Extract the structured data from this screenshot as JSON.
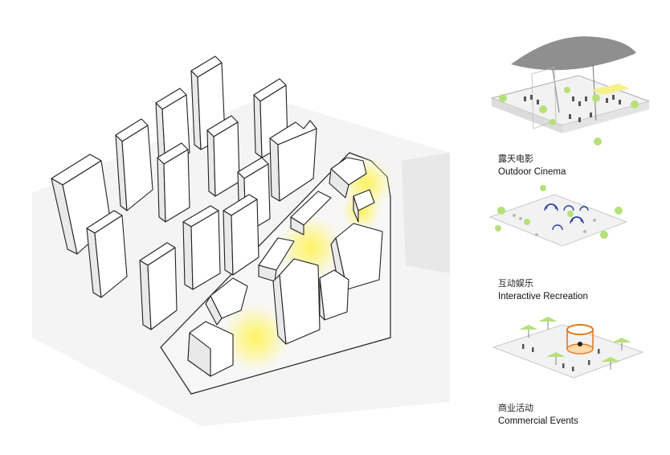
{
  "panels": [
    {
      "cn": "露天电影",
      "en": "Outdoor Cinema"
    },
    {
      "cn": "互动娱乐",
      "en": "Interactive Recreation"
    },
    {
      "cn": "商业活动",
      "en": "Commercial Events"
    }
  ],
  "colors": {
    "building_face": "#ffffff",
    "building_side": "#e9e9e9",
    "outline": "#222222",
    "glow": "#fff35a",
    "ground": "#f3f3f3",
    "tree": "#b7e07a",
    "canopy": "#8f8f8f",
    "lantern": "#e07a22",
    "sculpture": "#2c3f9a"
  }
}
